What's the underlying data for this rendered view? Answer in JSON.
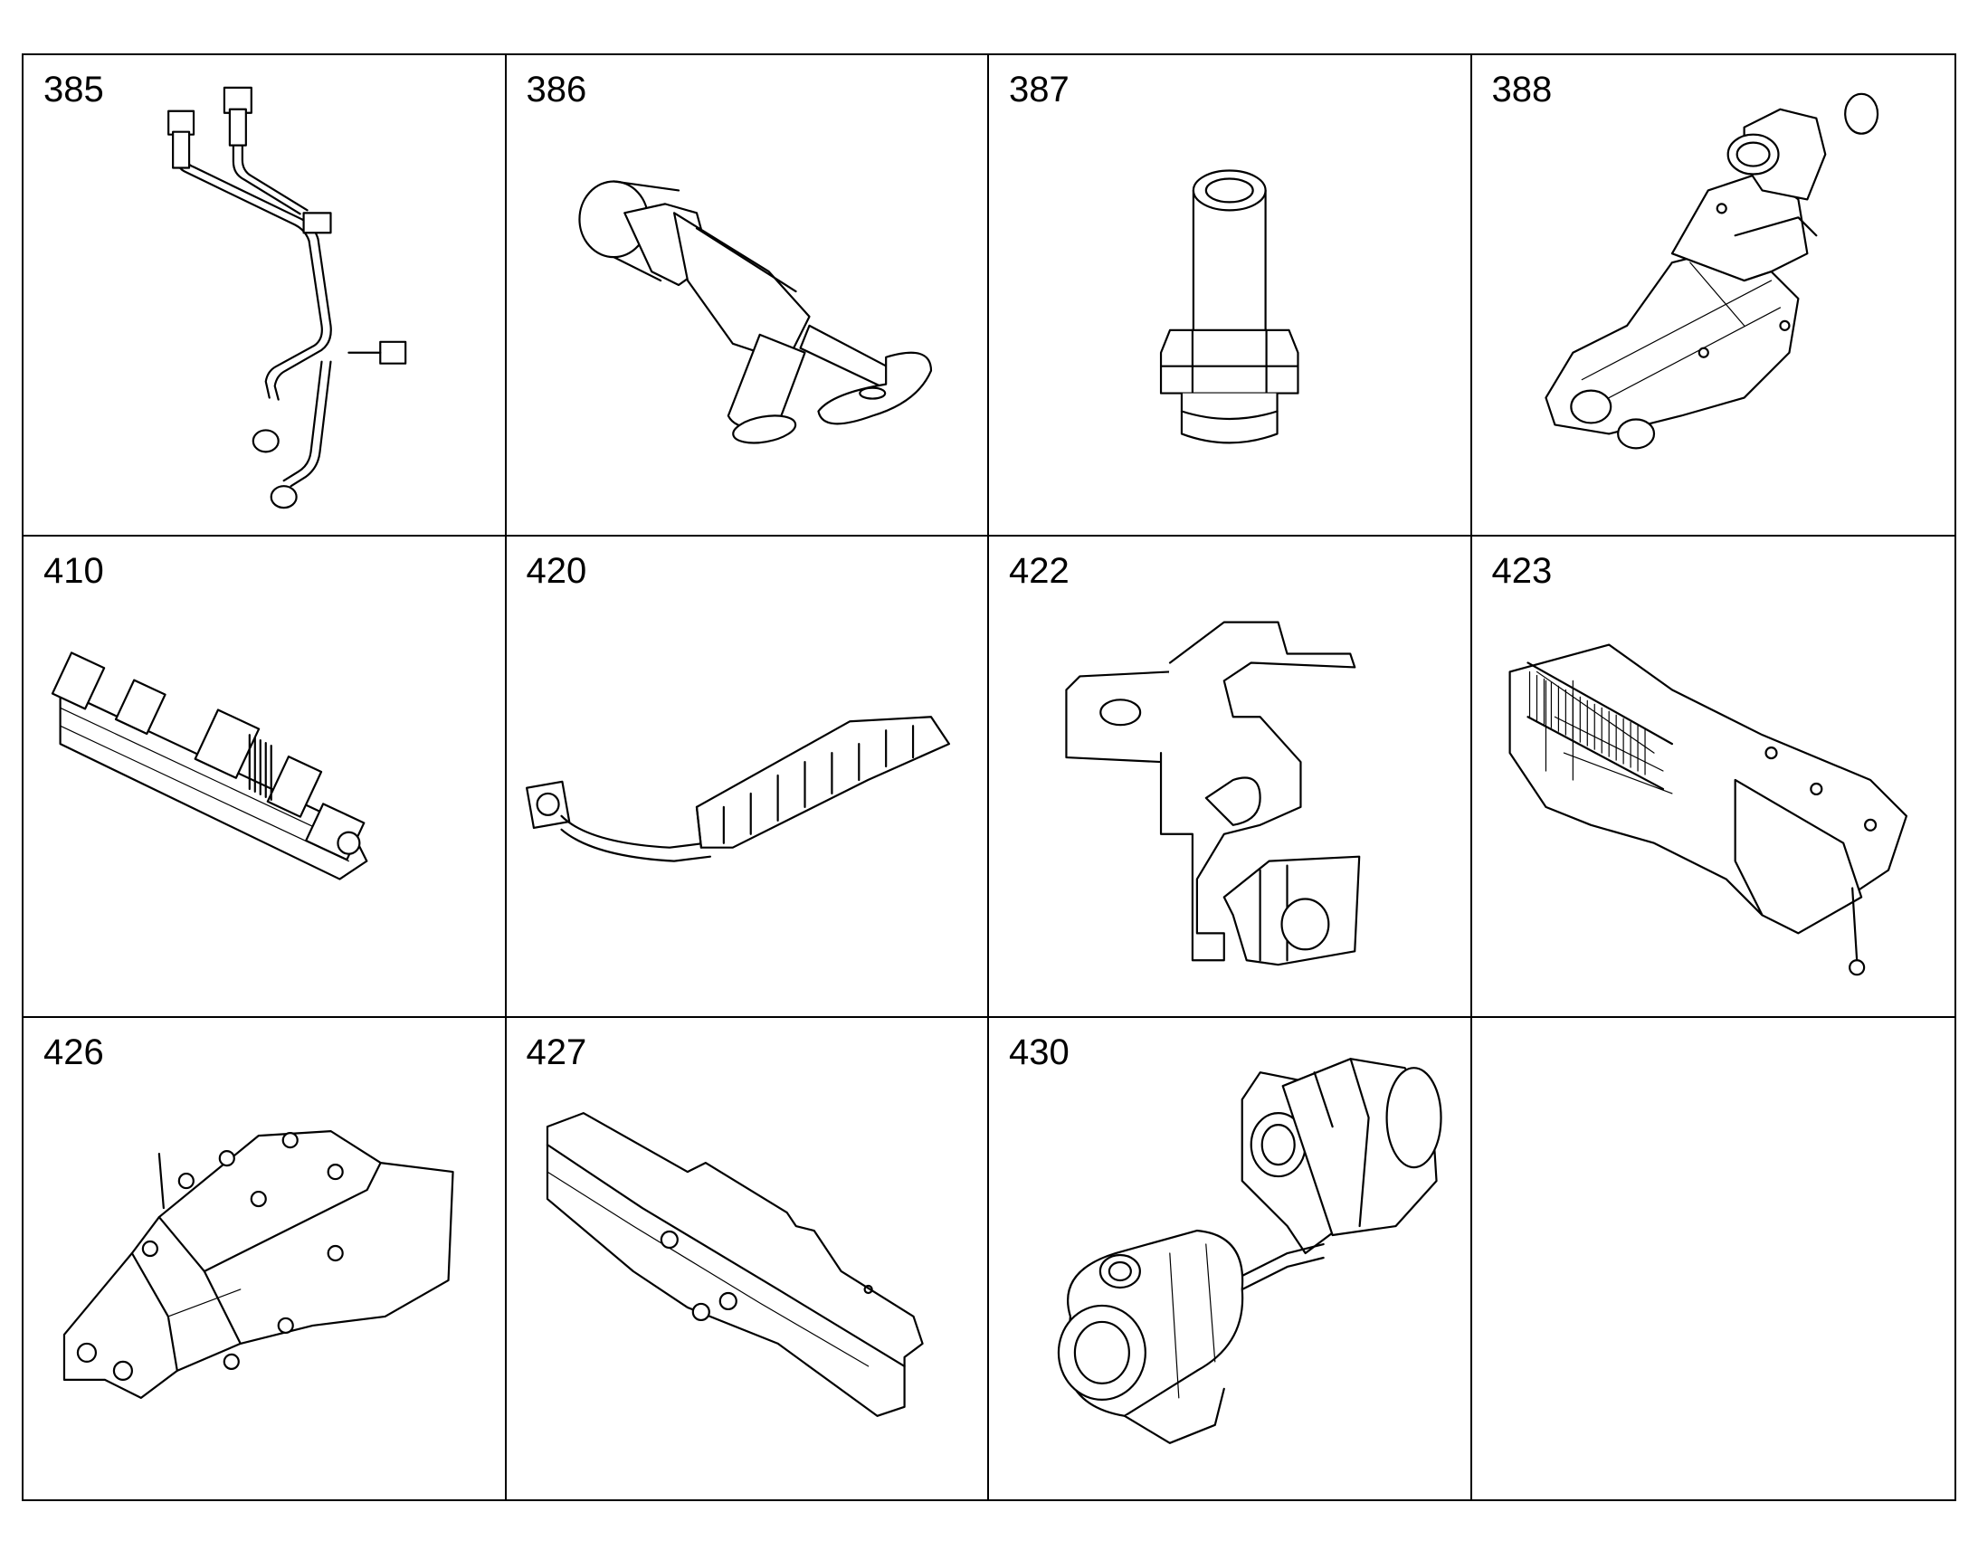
{
  "parts": [
    {
      "number": "385",
      "icon": "fuel-line-pipes"
    },
    {
      "number": "386",
      "icon": "angled-fitting"
    },
    {
      "number": "387",
      "icon": "hollow-bolt"
    },
    {
      "number": "388",
      "icon": "thermostat-housing"
    },
    {
      "number": "410",
      "icon": "rail-assembly"
    },
    {
      "number": "420",
      "icon": "pipe-assembly"
    },
    {
      "number": "422",
      "icon": "bracket-with-valve"
    },
    {
      "number": "423",
      "icon": "egr-cooler-assembly"
    },
    {
      "number": "426",
      "icon": "heat-shield"
    },
    {
      "number": "427",
      "icon": "heat-shield-long"
    },
    {
      "number": "430",
      "icon": "turbocharger"
    },
    {
      "number": "",
      "icon": ""
    }
  ]
}
